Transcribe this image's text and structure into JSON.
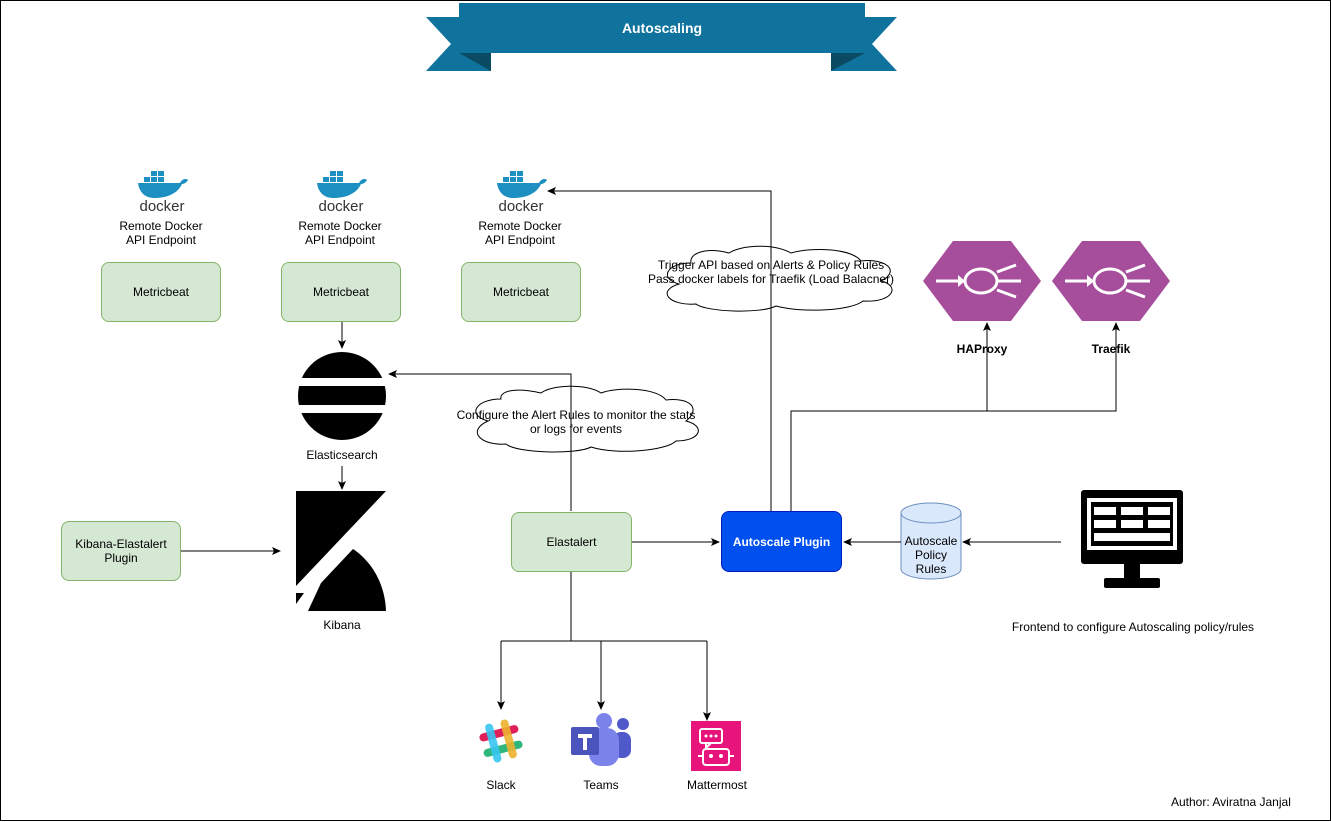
{
  "banner": {
    "title": "Autoscaling"
  },
  "docker_hosts": [
    {
      "logo_text": "docker",
      "label_line1": "Remote Docker",
      "label_line2": "API Endpoint",
      "agent": "Metricbeat"
    },
    {
      "logo_text": "docker",
      "label_line1": "Remote Docker",
      "label_line2": "API Endpoint",
      "agent": "Metricbeat"
    },
    {
      "logo_text": "docker",
      "label_line1": "Remote Docker",
      "label_line2": "API Endpoint",
      "agent": "Metricbeat"
    }
  ],
  "elasticsearch": {
    "label": "Elasticsearch"
  },
  "kibana": {
    "label": "Kibana"
  },
  "kibana_plugin": {
    "line1": "Kibana-Elastalert",
    "line2": "Plugin"
  },
  "elastalert": {
    "label": "Elastalert"
  },
  "alert_cloud": {
    "line1": "Configure the Alert Rules to monitor the stats",
    "line2": "or logs for events"
  },
  "trigger_cloud": {
    "line1": "Trigger API based on Alerts & Policy Rules",
    "line2": "Pass docker labels for Traefik (Load Balacner)"
  },
  "autoscale_plugin": {
    "label": "Autoscale Plugin"
  },
  "policy_store": {
    "line1": "Autoscale",
    "line2": "Policy",
    "line3": "Rules"
  },
  "frontend": {
    "label": "Frontend to configure Autoscaling policy/rules"
  },
  "load_balancers": [
    {
      "label": "HAProxy"
    },
    {
      "label": "Traefik"
    }
  ],
  "notifiers": [
    {
      "label": "Slack"
    },
    {
      "label": "Teams"
    },
    {
      "label": "Mattermost"
    }
  ],
  "author": "Author: Aviratna Janjal",
  "colors": {
    "banner": "#10739e",
    "banner_dark": "#0b5673",
    "green_fill": "#d5e8d4",
    "green_stroke": "#82b366",
    "plugin_blue": "#0050ef",
    "lb_purple": "#a64d9b",
    "cylinder_fill": "#dae8fc",
    "cylinder_stroke": "#6c8ebf",
    "docker_blue": "#1d8fc1",
    "mattermost_pink": "#e7157b",
    "teams_purple": "#5b5fc7"
  }
}
